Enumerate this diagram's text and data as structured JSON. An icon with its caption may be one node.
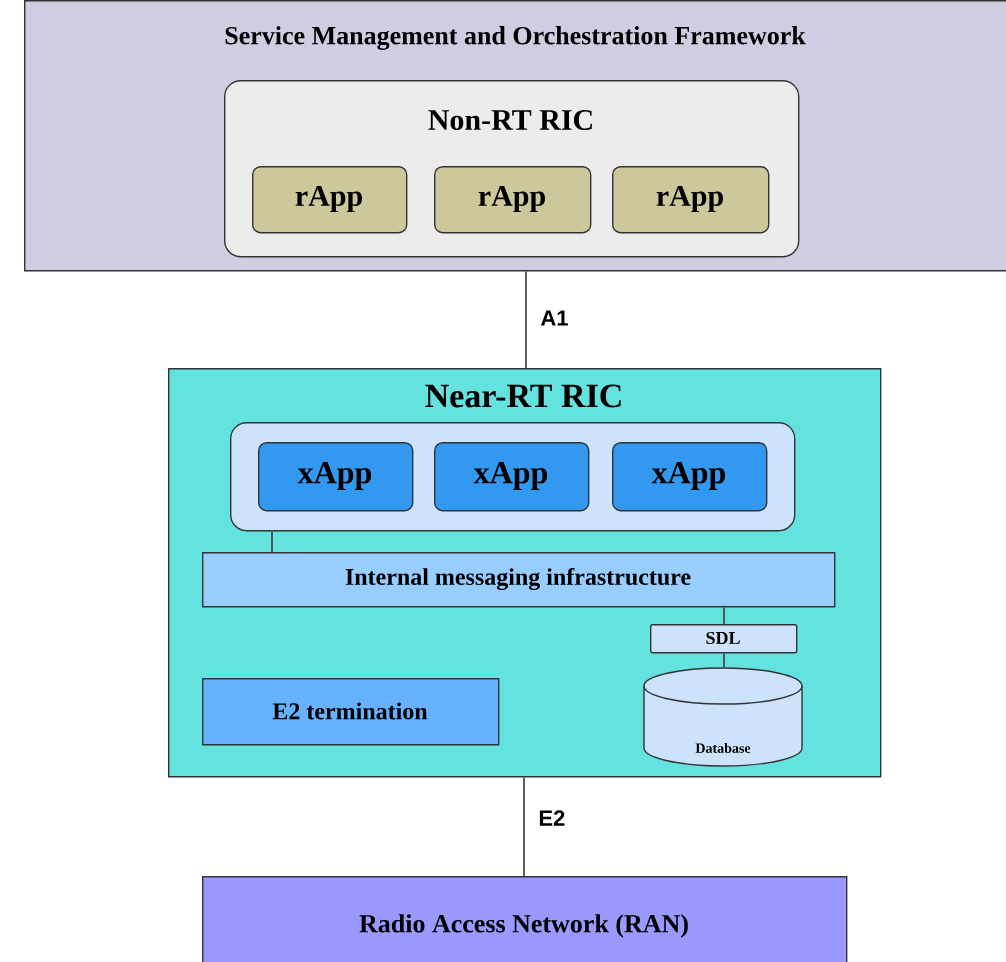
{
  "diagram": {
    "nodes": [
      {
        "text": [
          "Service Management and Orchestration Framework"
        ]
      },
      {
        "text": [
          "Non-RT RIC"
        ],
        "in": 0
      },
      {
        "text": [
          "rApp"
        ],
        "in": 1
      },
      {
        "text": [
          "rApp"
        ],
        "in": 1
      },
      {
        "text": [
          "rApp"
        ],
        "in": 1
      },
      {
        "text": [
          "Near-RT RIC"
        ]
      },
      {
        "text": [],
        "shape": "box",
        "in": 5
      },
      {
        "text": [
          "xApp"
        ],
        "in": 6
      },
      {
        "text": [
          "xApp"
        ],
        "in": 6
      },
      {
        "text": [
          "xApp"
        ],
        "in": 6
      },
      {
        "text": [
          "Internal messaging infrastructure"
        ],
        "in": 5
      },
      {
        "text": [
          "SDL"
        ],
        "in": 5
      },
      {
        "text": [
          "Database"
        ],
        "in": 5
      },
      {
        "text": [
          "E2 termination"
        ],
        "in": 5
      },
      {
        "text": [
          "Radio Access Network (RAN)"
        ]
      }
    ],
    "edges": [
      {
        "from": 0,
        "to": 5,
        "arrow": "none",
        "label": "A1"
      },
      {
        "from": 5,
        "to": 14,
        "arrow": "none",
        "label": "E2"
      },
      {
        "from": 6,
        "to": 10,
        "arrow": "none"
      },
      {
        "from": 10,
        "to": 11,
        "arrow": "none"
      },
      {
        "from": 11,
        "to": 12,
        "arrow": "none"
      }
    ]
  }
}
